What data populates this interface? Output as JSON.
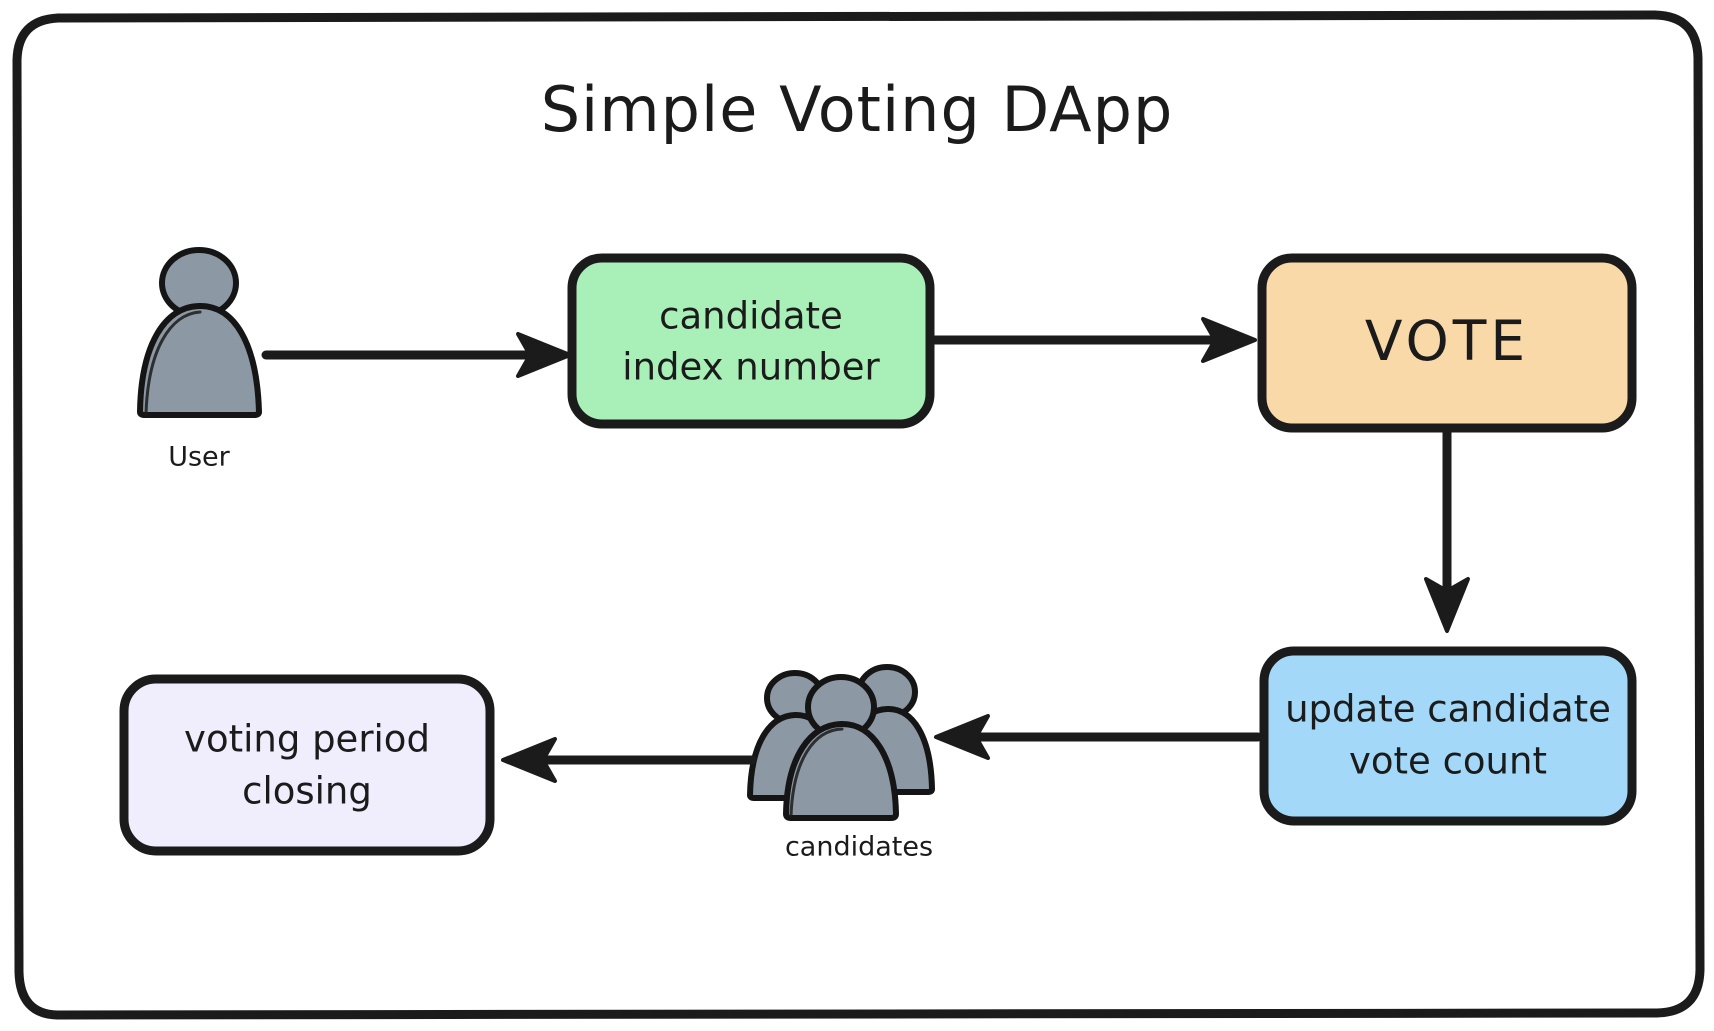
{
  "diagram": {
    "title": "Simple Voting DApp",
    "frame": {
      "border_color": "#1b1b1b",
      "background": "#ffffff"
    },
    "nodes": [
      {
        "id": "user",
        "kind": "actor-icon",
        "icon": "user-icon",
        "caption": "User",
        "fill": "#8c98a3",
        "stroke": "#151515"
      },
      {
        "id": "candidate-index",
        "kind": "process-box",
        "label_line1": "candidate",
        "label_line2": "index number",
        "fill": "#A9EFB8",
        "stroke": "#1b1b1b"
      },
      {
        "id": "vote",
        "kind": "process-box",
        "label_line1": "VOTE",
        "label_line2": "",
        "fill": "#FAD9A8",
        "stroke": "#1b1b1b"
      },
      {
        "id": "update-vote-count",
        "kind": "process-box",
        "label_line1": "update candidate",
        "label_line2": "vote count",
        "fill": "#A3D8F8",
        "stroke": "#1b1b1b"
      },
      {
        "id": "candidates",
        "kind": "actor-icon",
        "icon": "users-group-icon",
        "caption": "candidates",
        "fill": "#8c98a3",
        "stroke": "#151515"
      },
      {
        "id": "voting-period-closing",
        "kind": "process-box",
        "label_line1": "voting period",
        "label_line2": "closing",
        "fill": "#F0EDFC",
        "stroke": "#1b1b1b"
      }
    ],
    "edges": [
      {
        "id": "edge-user-to-candidate-index",
        "from": "user",
        "to": "candidate-index",
        "direction": "right"
      },
      {
        "id": "edge-candidate-index-to-vote",
        "from": "candidate-index",
        "to": "vote",
        "direction": "right"
      },
      {
        "id": "edge-vote-to-update",
        "from": "vote",
        "to": "update-vote-count",
        "direction": "down"
      },
      {
        "id": "edge-update-to-candidates",
        "from": "update-vote-count",
        "to": "candidates",
        "direction": "left"
      },
      {
        "id": "edge-candidates-to-closing",
        "from": "candidates",
        "to": "voting-period-closing",
        "direction": "left"
      }
    ]
  }
}
